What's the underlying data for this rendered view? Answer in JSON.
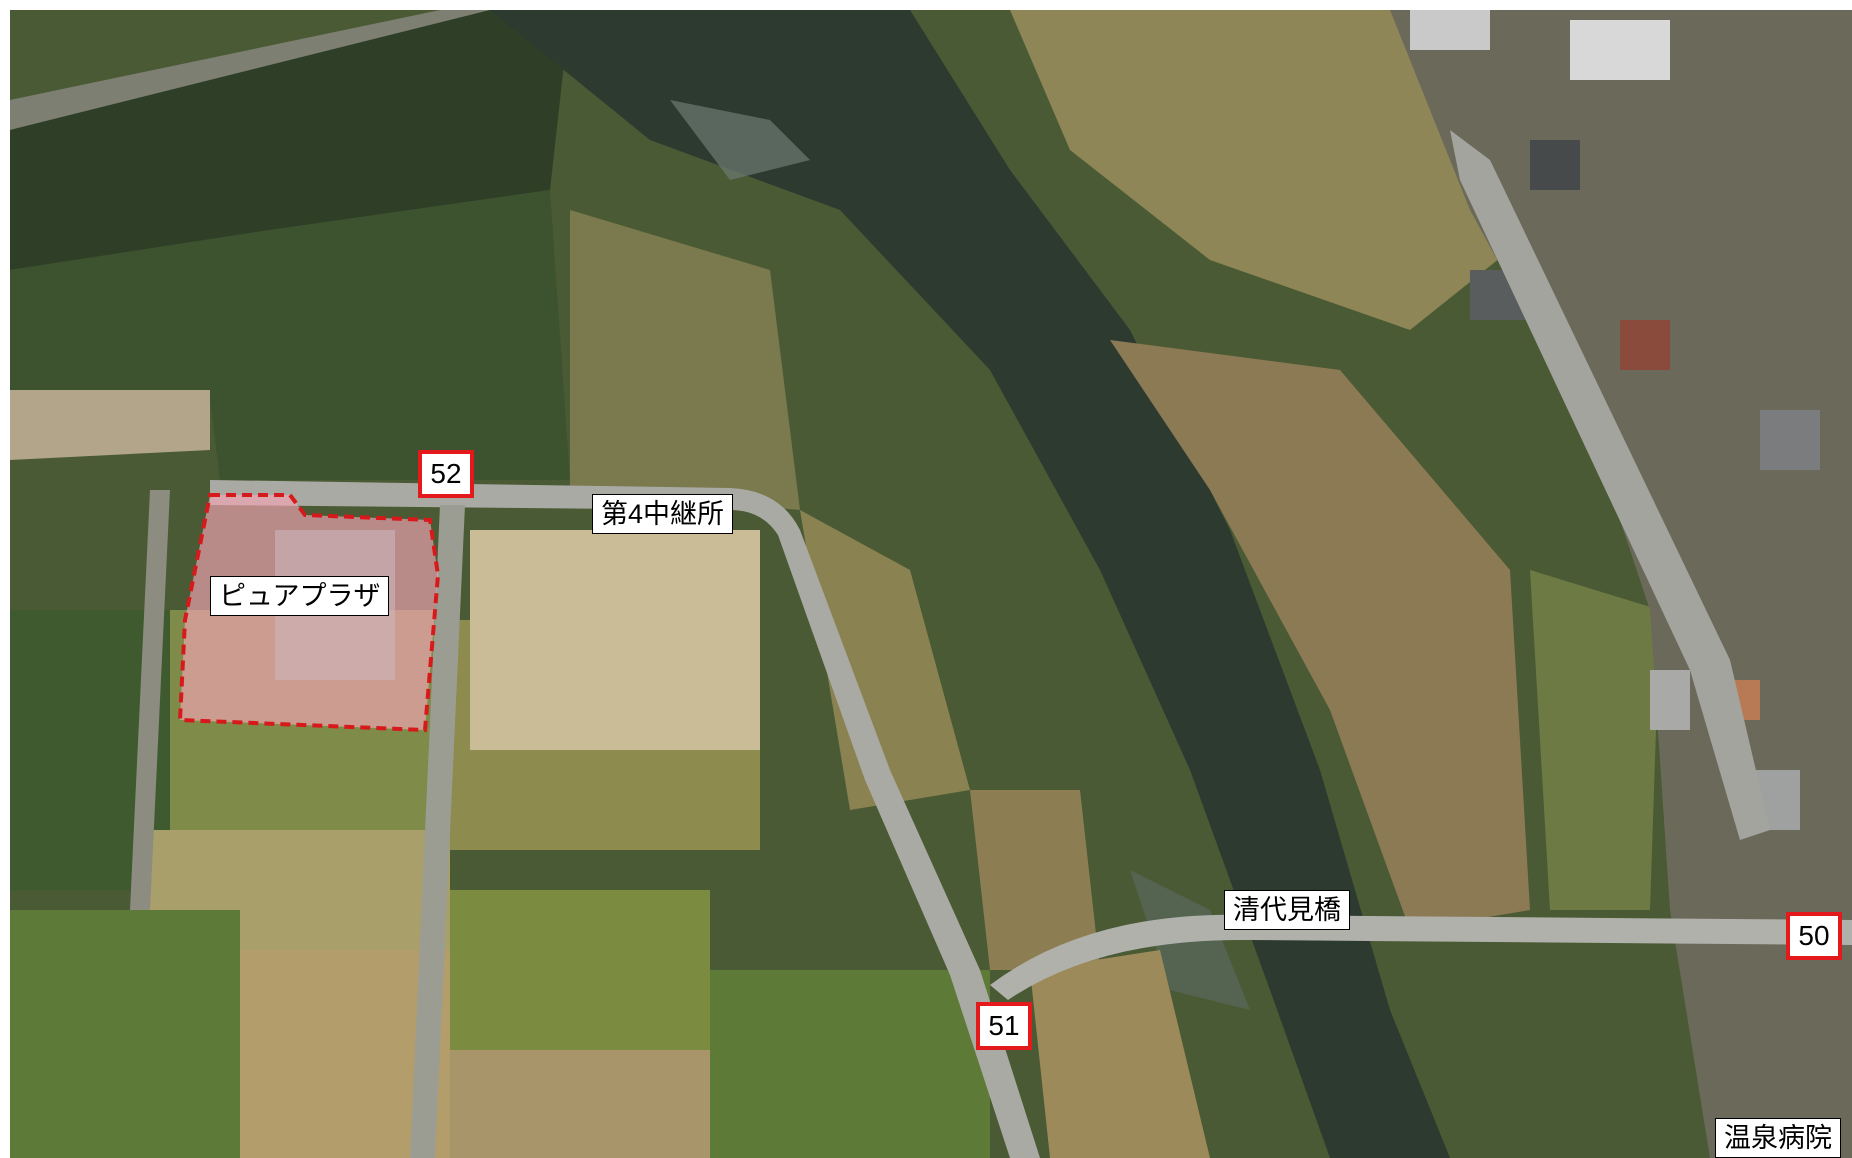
{
  "map": {
    "labels": {
      "facility": "ピュアプラザ",
      "relay_station": "第4中継所",
      "bridge": "清代見橋",
      "hospital": "温泉病院"
    },
    "markers": {
      "m50": "50",
      "m51": "51",
      "m52": "52"
    },
    "colors": {
      "marker_border": "#e3191c",
      "facility_fill": "#f4a6b6",
      "facility_outline": "#d7191c"
    }
  }
}
